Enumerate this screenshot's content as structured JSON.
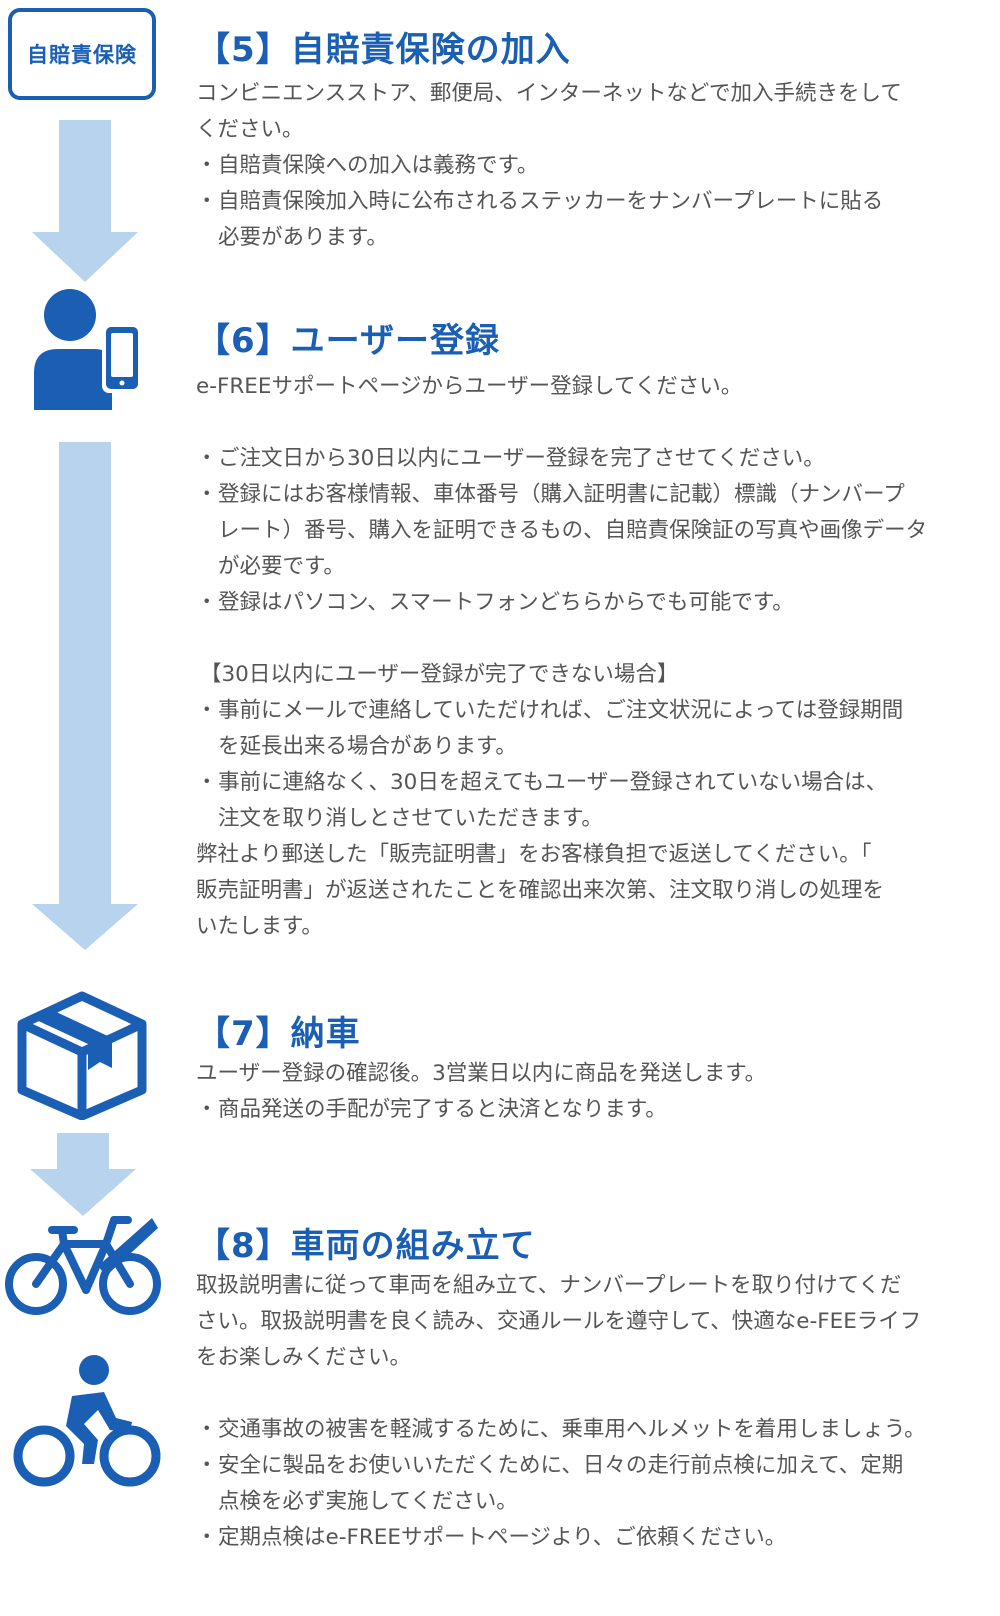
{
  "colors": {
    "accent": "#1a5fb4",
    "arrow": "#b8d3ee",
    "text": "#555555"
  },
  "steps": [
    {
      "icon": "insurance-badge-icon",
      "icon_label": "自賠責保険",
      "heading": "【5】自賠責保険の加入",
      "lead": [
        "コンビニエンスストア、郵便局、インターネットなどで加入手続きをして",
        "ください。"
      ],
      "bullets": [
        [
          "自賠責保険への加入は義務です。"
        ],
        [
          "自賠責保険加入時に公布されるステッカーをナンバープレートに貼る",
          "必要があります。"
        ]
      ]
    },
    {
      "icon": "user-smartphone-icon",
      "heading": "【6】ユーザー登録",
      "lead": [
        "e-FREEサポートページからユーザー登録してください。"
      ],
      "bullets": [
        [
          "ご注文日から30日以内にユーザー登録を完了させてください。"
        ],
        [
          "登録にはお客様情報、車体番号（購入証明書に記載）標識（ナンバープ",
          "レート）番号、購入を証明できるもの、自賠責保険証の写真や画像データ",
          "が必要です。"
        ],
        [
          "登録はパソコン、スマートフォンどちらからでも可能です。"
        ]
      ],
      "subheading": "【30日以内にユーザー登録が完了できない場合】",
      "bullets2": [
        [
          "事前にメールで連絡していただければ、ご注文状況によっては登録期間",
          "を延長出来る場合があります。"
        ],
        [
          "事前に連絡なく、30日を超えてもユーザー登録されていない場合は、",
          "注文を取り消しとさせていただきます。"
        ]
      ],
      "tail": [
        "弊社より郵送した「販売証明書」をお客様負担で返送してください。「",
        "販売証明書」が返送されたことを確認出来次第、注文取り消しの処理を",
        "いたします。"
      ]
    },
    {
      "icon": "package-box-icon",
      "heading": "【7】納車",
      "lead": [
        "ユーザー登録の確認後。3営業日以内に商品を発送します。"
      ],
      "bullets": [
        [
          "商品発送の手配が完了すると決済となります。"
        ]
      ]
    },
    {
      "icon": "bicycle-icon",
      "icon2": "cyclist-icon",
      "heading": "【8】車両の組み立て",
      "lead": [
        "取扱説明書に従って車両を組み立て、ナンバープレートを取り付けてくだ",
        "さい。取扱説明書を良く読み、交通ルールを遵守して、快適なe-FEEライフ",
        "をお楽しみください。"
      ],
      "bullets": [
        [
          "交通事故の被害を軽減するために、乗車用ヘルメットを着用しましょう。"
        ],
        [
          "安全に製品をお使いいただくために、日々の走行前点検に加えて、定期",
          "点検を必ず実施してください。"
        ],
        [
          "定期点検はe-FREEサポートページより、ご依頼ください。"
        ]
      ]
    }
  ],
  "bullet_mark": "・"
}
